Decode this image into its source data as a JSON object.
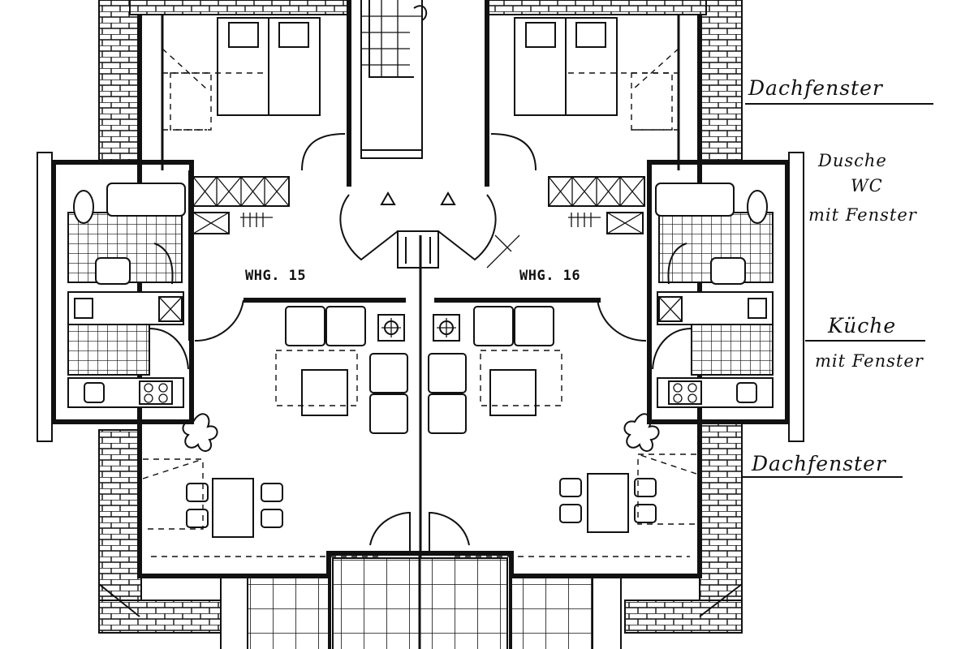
{
  "units": [
    {
      "id": "whg-15",
      "label": "WHG. 15"
    },
    {
      "id": "whg-16",
      "label": "WHG. 16"
    }
  ],
  "annotations": {
    "roof_window_top": "Dachfenster",
    "shower": {
      "line1": "Dusche",
      "line2": "WC",
      "line3": "mit Fenster"
    },
    "kitchen": {
      "line1": "Küche",
      "line2": "mit Fenster"
    },
    "roof_window_bottom": "Dachfenster"
  },
  "colors": {
    "ink": "#111111",
    "paper": "#ffffff"
  }
}
